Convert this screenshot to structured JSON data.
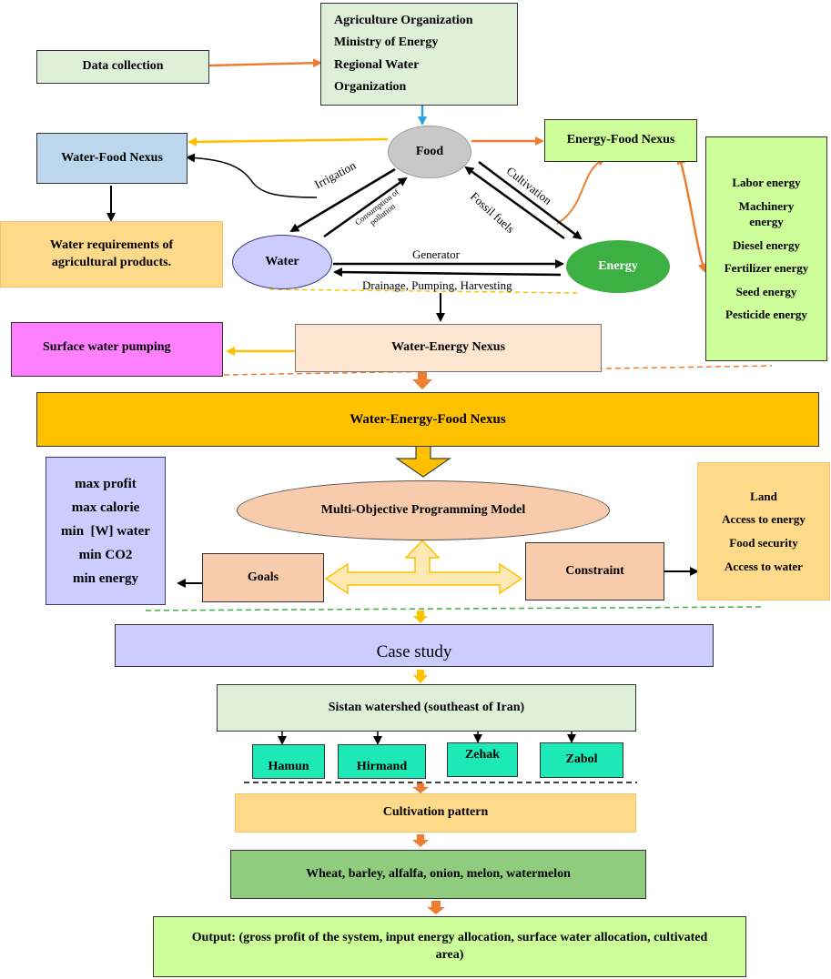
{
  "colors": {
    "light_green": "#dff0d8",
    "bright_green": "#ccff99",
    "light_blue": "#bdd7ee",
    "peach": "#fde6cf",
    "yellow_fill": "#fdd98a",
    "magenta": "#ff80ff",
    "gold": "#ffc000",
    "salmon": "#f8cbad",
    "lavender": "#ccccff",
    "teal": "#1de9b6",
    "mid_green": "#8fcc7e",
    "energy_green": "#3cb043",
    "food_gray": "#c8c8c8",
    "water_purple": "#ccccff",
    "orange_arrow": "#ed7d31",
    "yellow_arrow": "#ffc000",
    "blue_arrow": "#29a3e0"
  },
  "top": {
    "data_collection": "Data collection",
    "organizations": [
      "Agriculture Organization",
      "Ministry of Energy",
      "Regional Water",
      "Organization"
    ]
  },
  "nodes": {
    "food": "Food",
    "water": "Water",
    "energy": "Energy"
  },
  "nexus": {
    "water_food": "Water-Food Nexus",
    "energy_food": "Energy-Food Nexus",
    "water_energy": "Water-Energy Nexus",
    "wef": "Water-Energy-Food Nexus"
  },
  "water_requirements": "Water requirements of agricultural products.",
  "surface_pumping": "Surface water pumping",
  "energy_items": [
    "Labor energy",
    "Machinery energy",
    "Diesel energy",
    "Fertilizer energy",
    "Seed energy",
    "Pesticide energy"
  ],
  "edge_labels": {
    "irrigation": "Irrigation",
    "consumption": "Consumption of pollution",
    "cultivation": "Cultivation",
    "fossil": "Fossil fuels",
    "generator": "Generator",
    "drainage": "Drainage, Pumping, Harvesting"
  },
  "model": {
    "title": "Multi-Objective Programming Model",
    "goals": "Goals",
    "constraint": "Constraint",
    "goal_items": [
      "max profit",
      "max calorie",
      "min  [W] water",
      "min CO2",
      "min energy"
    ],
    "constraint_items": [
      "Land",
      "Access to energy",
      "Food security",
      "Access to water"
    ]
  },
  "case_study": "Case study",
  "watershed": "Sistan watershed (southeast of Iran)",
  "regions": [
    "Hamun",
    "Hirmand",
    "Zehak",
    "Zabol"
  ],
  "cultivation_pattern": "Cultivation pattern",
  "crops": "Wheat, barley, alfalfa, onion, melon, watermelon",
  "output": "Output: (gross profit of the system, input energy allocation, surface water allocation, cultivated area)"
}
